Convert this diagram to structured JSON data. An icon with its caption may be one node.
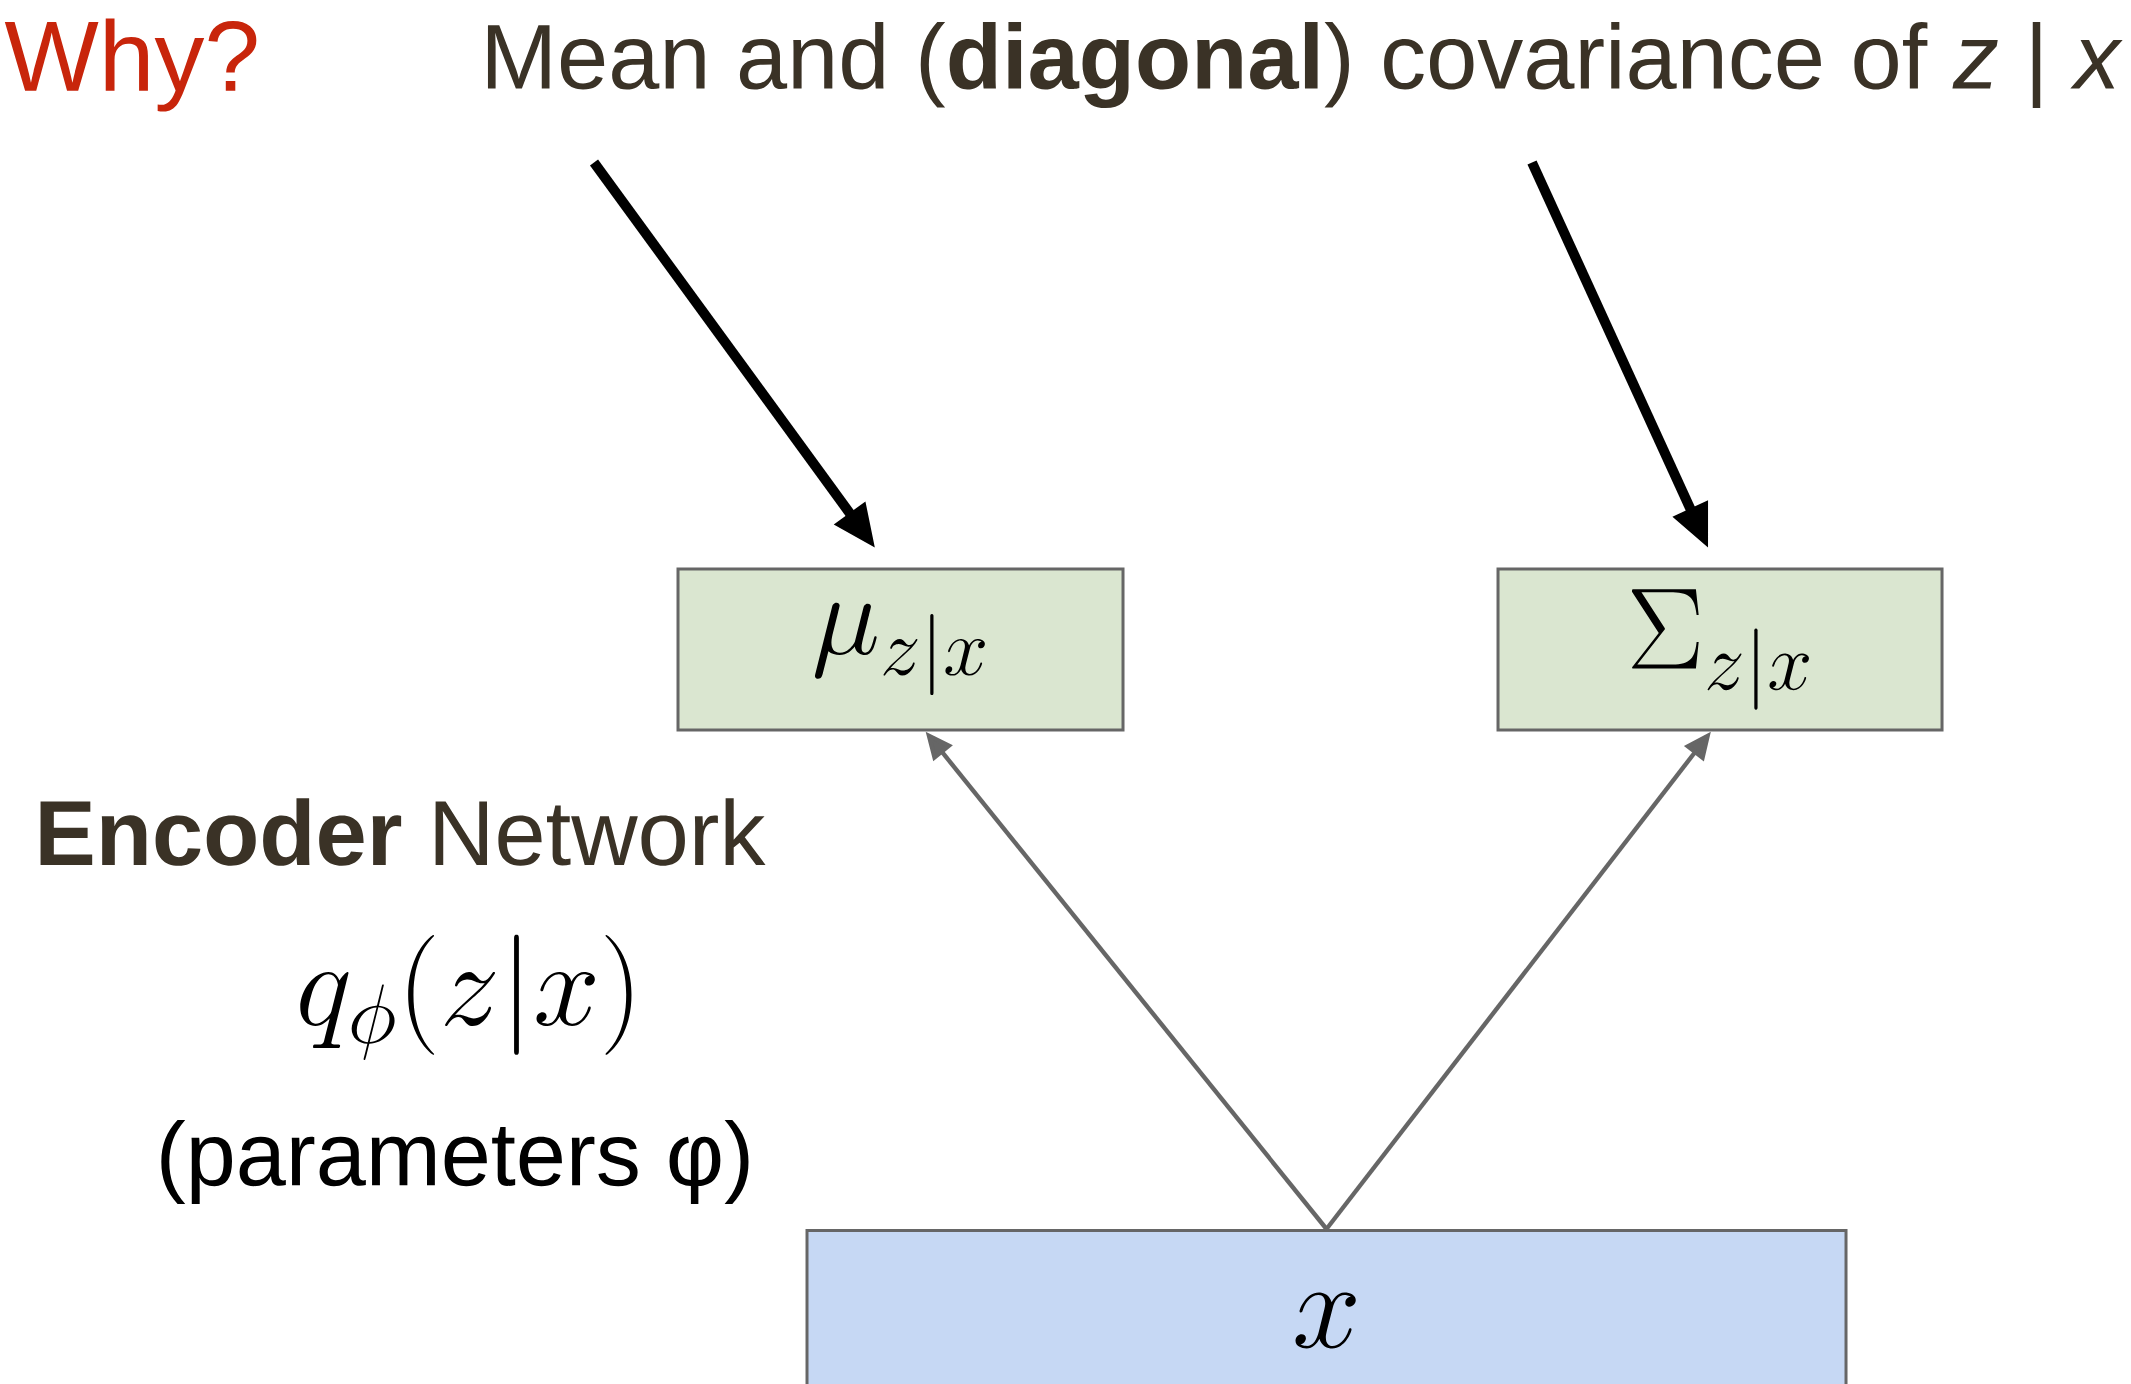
{
  "diagram": {
    "nodes": [
      {
        "text": [
          "Mean and (**diagonal**) covariance of *z* | *x*"
        ]
      },
      {
        "text": [
          "\\mu_{z|x}"
        ]
      },
      {
        "text": [
          "\\Sigma_{z|x}"
        ]
      },
      {
        "text": [
          "x"
        ]
      }
    ],
    "edges": [
      {
        "from": 0,
        "to": 1,
        "arrow": "to",
        "style": "thick"
      },
      {
        "from": 0,
        "to": 2,
        "arrow": "to",
        "style": "thick"
      },
      {
        "from": 3,
        "to": 1,
        "arrow": "to",
        "color": "#666666"
      },
      {
        "from": 3,
        "to": 2,
        "arrow": "to",
        "color": "#666666"
      }
    ],
    "labels": [
      "Why?",
      "**Encoder** Network",
      "q_\\phi(z|x)",
      "(parameters φ)"
    ]
  }
}
